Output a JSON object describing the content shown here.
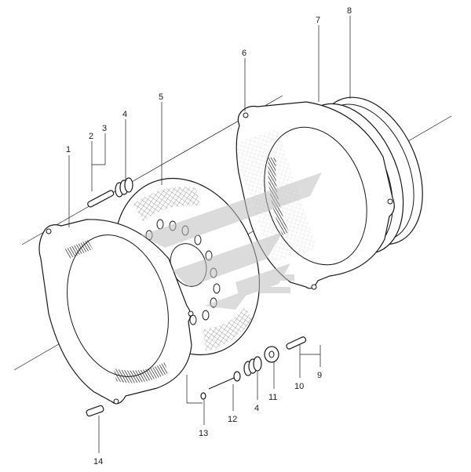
{
  "diagram": {
    "callouts": [
      {
        "id": "1",
        "label": "1"
      },
      {
        "id": "2",
        "label": "2"
      },
      {
        "id": "3",
        "label": "3"
      },
      {
        "id": "4a",
        "label": "4"
      },
      {
        "id": "5",
        "label": "5"
      },
      {
        "id": "6",
        "label": "6"
      },
      {
        "id": "7",
        "label": "7"
      },
      {
        "id": "8",
        "label": "8"
      },
      {
        "id": "9",
        "label": "9"
      },
      {
        "id": "10",
        "label": "10"
      },
      {
        "id": "11",
        "label": "11"
      },
      {
        "id": "12",
        "label": "12"
      },
      {
        "id": "4b",
        "label": "4"
      },
      {
        "id": "13",
        "label": "13"
      },
      {
        "id": "14",
        "label": "14"
      }
    ],
    "colors": {
      "line": "#1a1a1a",
      "hatch": "#555555",
      "watermark": "#bfbfbf"
    },
    "watermark_icon": "logo-watermark-icon"
  }
}
